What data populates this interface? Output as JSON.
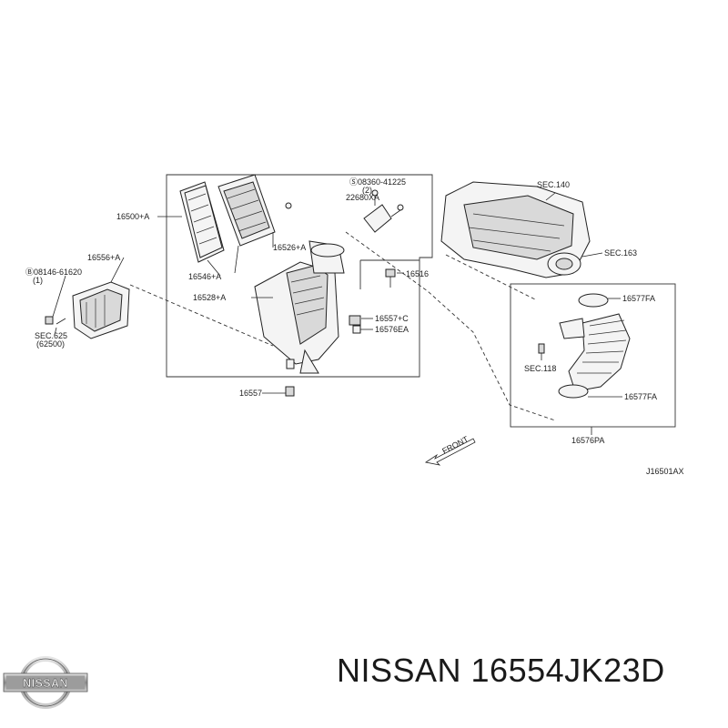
{
  "diagram": {
    "labels": {
      "p16500A": "16500+A",
      "p16556A": "16556+A",
      "p08146": "Ⓑ08146-61620",
      "p08146qty": "(1)",
      "sec625": "SEC.625",
      "sec625sub": "(62500)",
      "p16546A": "16546+A",
      "p16526A": "16526+A",
      "p16528A": "16528+A",
      "p16557": "16557",
      "p08360": "Ⓢ08360-41225",
      "p08360qty": "(2)",
      "p22680XA": "22680XA",
      "p16516": "16516",
      "p16557C": "16557+C",
      "p16576EA": "16576EA",
      "sec140": "SEC.140",
      "sec163": "SEC.163",
      "p16577FA_top": "16577FA",
      "sec118": "SEC.118",
      "p16577FA_bot": "16577FA",
      "p16576PA": "16576PA",
      "front": "FRONT",
      "code": "J16501AX"
    }
  },
  "footer": {
    "logo_text": "NISSAN",
    "title": "NISSAN 16554JK23D"
  }
}
